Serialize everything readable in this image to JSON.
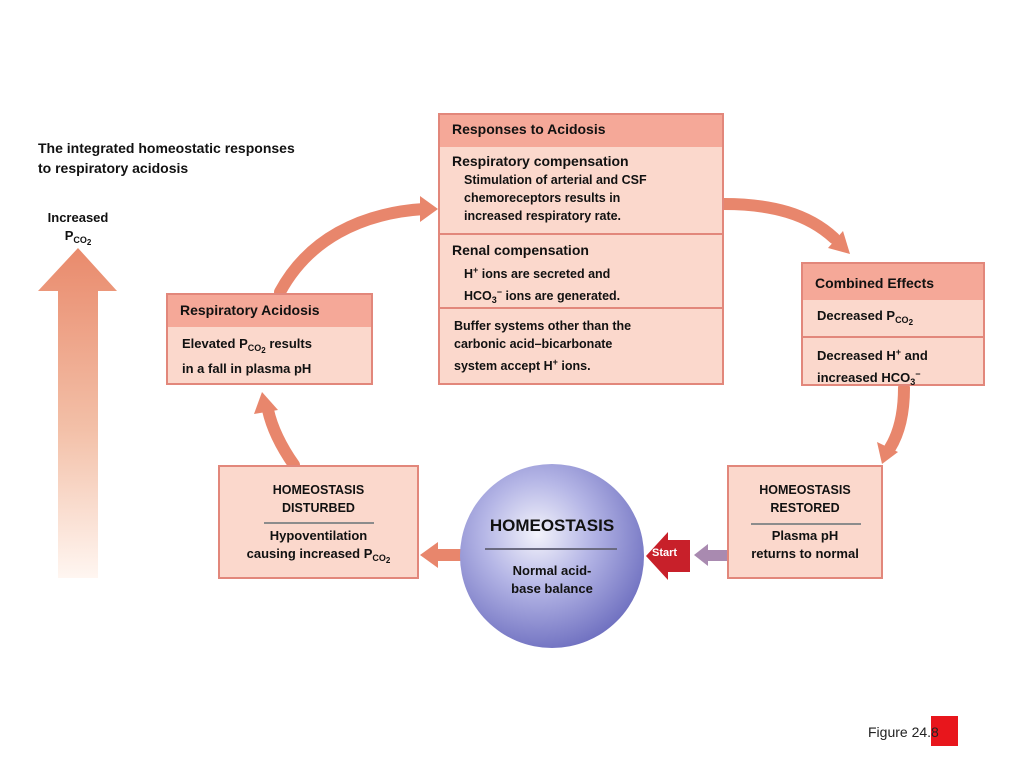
{
  "title": {
    "line1": "The integrated homeostatic responses",
    "line2": "to respiratory acidosis"
  },
  "increased_pco2": {
    "line1": "Increased",
    "p": "P",
    "co": "CO",
    "two": "2"
  },
  "responses": {
    "header": "Responses to Acidosis",
    "respiratory_title": "Respiratory compensation",
    "respiratory_lines": [
      "Stimulation of arterial and CSF",
      "chemoreceptors results in",
      "increased respiratory rate."
    ],
    "renal_title": "Renal compensation",
    "renal_line1_a": "H",
    "renal_line1_sup": "+",
    "renal_line1_b": " ions are secreted and",
    "renal_line2_a": "HCO",
    "renal_line2_sub": "3",
    "renal_line2_sup": "−",
    "renal_line2_b": " ions are generated.",
    "buffer_line1": "Buffer systems other than the",
    "buffer_line2": "carbonic acid–bicarbonate",
    "buffer_line3_a": "system accept H",
    "buffer_line3_sup": "+",
    "buffer_line3_b": " ions."
  },
  "respiratory_acidosis": {
    "header": "Respiratory Acidosis",
    "line1_a": "Elevated P",
    "line1_sub": "CO",
    "line1_subsub": "2",
    "line1_b": " results",
    "line2": "in a fall in plasma pH"
  },
  "combined": {
    "header": "Combined Effects",
    "row1_a": "Decreased P",
    "row1_sub": "CO",
    "row1_subsub": "2",
    "row2_a": "Decreased H",
    "row2_sup": "+",
    "row2_b": " and",
    "row2_line2_a": "increased HCO",
    "row2_line2_sub": "3",
    "row2_line2_sup": "−"
  },
  "disturbed": {
    "title_line1": "HOMEOSTASIS",
    "title_line2": "DISTURBED",
    "line1": "Hypoventilation",
    "line2_a": "causing increased P",
    "line2_sub": "CO",
    "line2_subsub": "2"
  },
  "homeostasis": {
    "title": "HOMEOSTASIS",
    "line1": "Normal acid-",
    "line2": "base balance"
  },
  "restored": {
    "title_line1": "HOMEOSTASIS",
    "title_line2": "RESTORED",
    "line1": "Plasma pH",
    "line2": "returns to normal"
  },
  "start_label": "Start",
  "figure_label": "Figure 24.8",
  "colors": {
    "box_fill": "#fbd8cc",
    "box_header": "#f5a898",
    "box_border": "#e2877b",
    "arrow": "#e8866c",
    "start_red": "#c8202a",
    "sphere": "#8d8ed4"
  }
}
